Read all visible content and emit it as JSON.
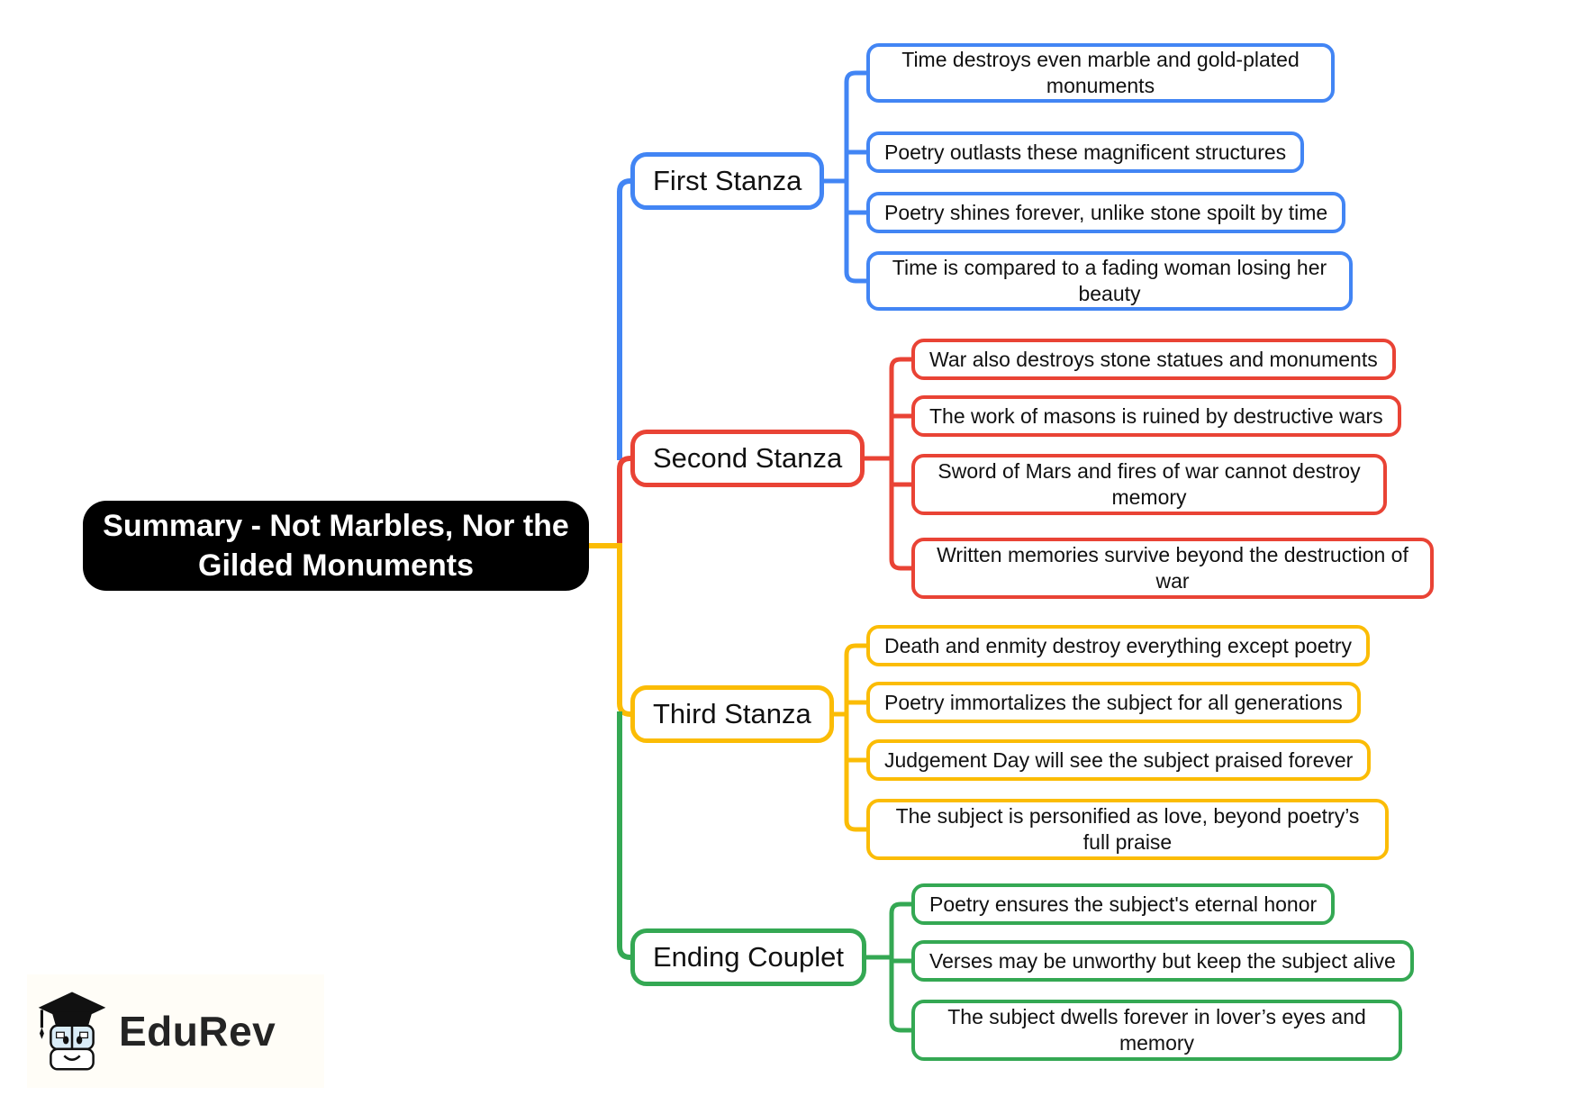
{
  "root": {
    "label": "Summary - Not Marbles, Nor the Gilded Monuments",
    "bg_color": "#000000",
    "text_color": "#ffffff"
  },
  "connector_colors": {
    "root_stub": "#FBBC05"
  },
  "branches": [
    {
      "label": "First Stanza",
      "color": "#4285F4",
      "leaves": [
        "Time destroys even marble and gold-plated monuments",
        "Poetry outlasts these magnificent structures",
        "Poetry shines forever, unlike stone spoilt by time",
        "Time is compared to a fading woman losing her beauty"
      ]
    },
    {
      "label": "Second Stanza",
      "color": "#E94335",
      "leaves": [
        "War also destroys stone statues and monuments",
        "The work of masons is ruined by destructive wars",
        "Sword of Mars and fires of war cannot destroy memory",
        "Written memories survive beyond the destruction of war"
      ]
    },
    {
      "label": "Third Stanza",
      "color": "#FBBC05",
      "leaves": [
        "Death and enmity destroy everything except poetry",
        "Poetry immortalizes the subject for all generations",
        "Judgement Day will see the subject praised forever",
        "The subject is personified as love, beyond poetry’s full praise"
      ]
    },
    {
      "label": "Ending Couplet",
      "color": "#34A853",
      "leaves": [
        "Poetry ensures the subject's eternal honor",
        "Verses may be unworthy but keep the subject alive",
        "The subject dwells forever in lover’s eyes and memory"
      ]
    }
  ],
  "watermark": {
    "brand": "EduRev"
  }
}
